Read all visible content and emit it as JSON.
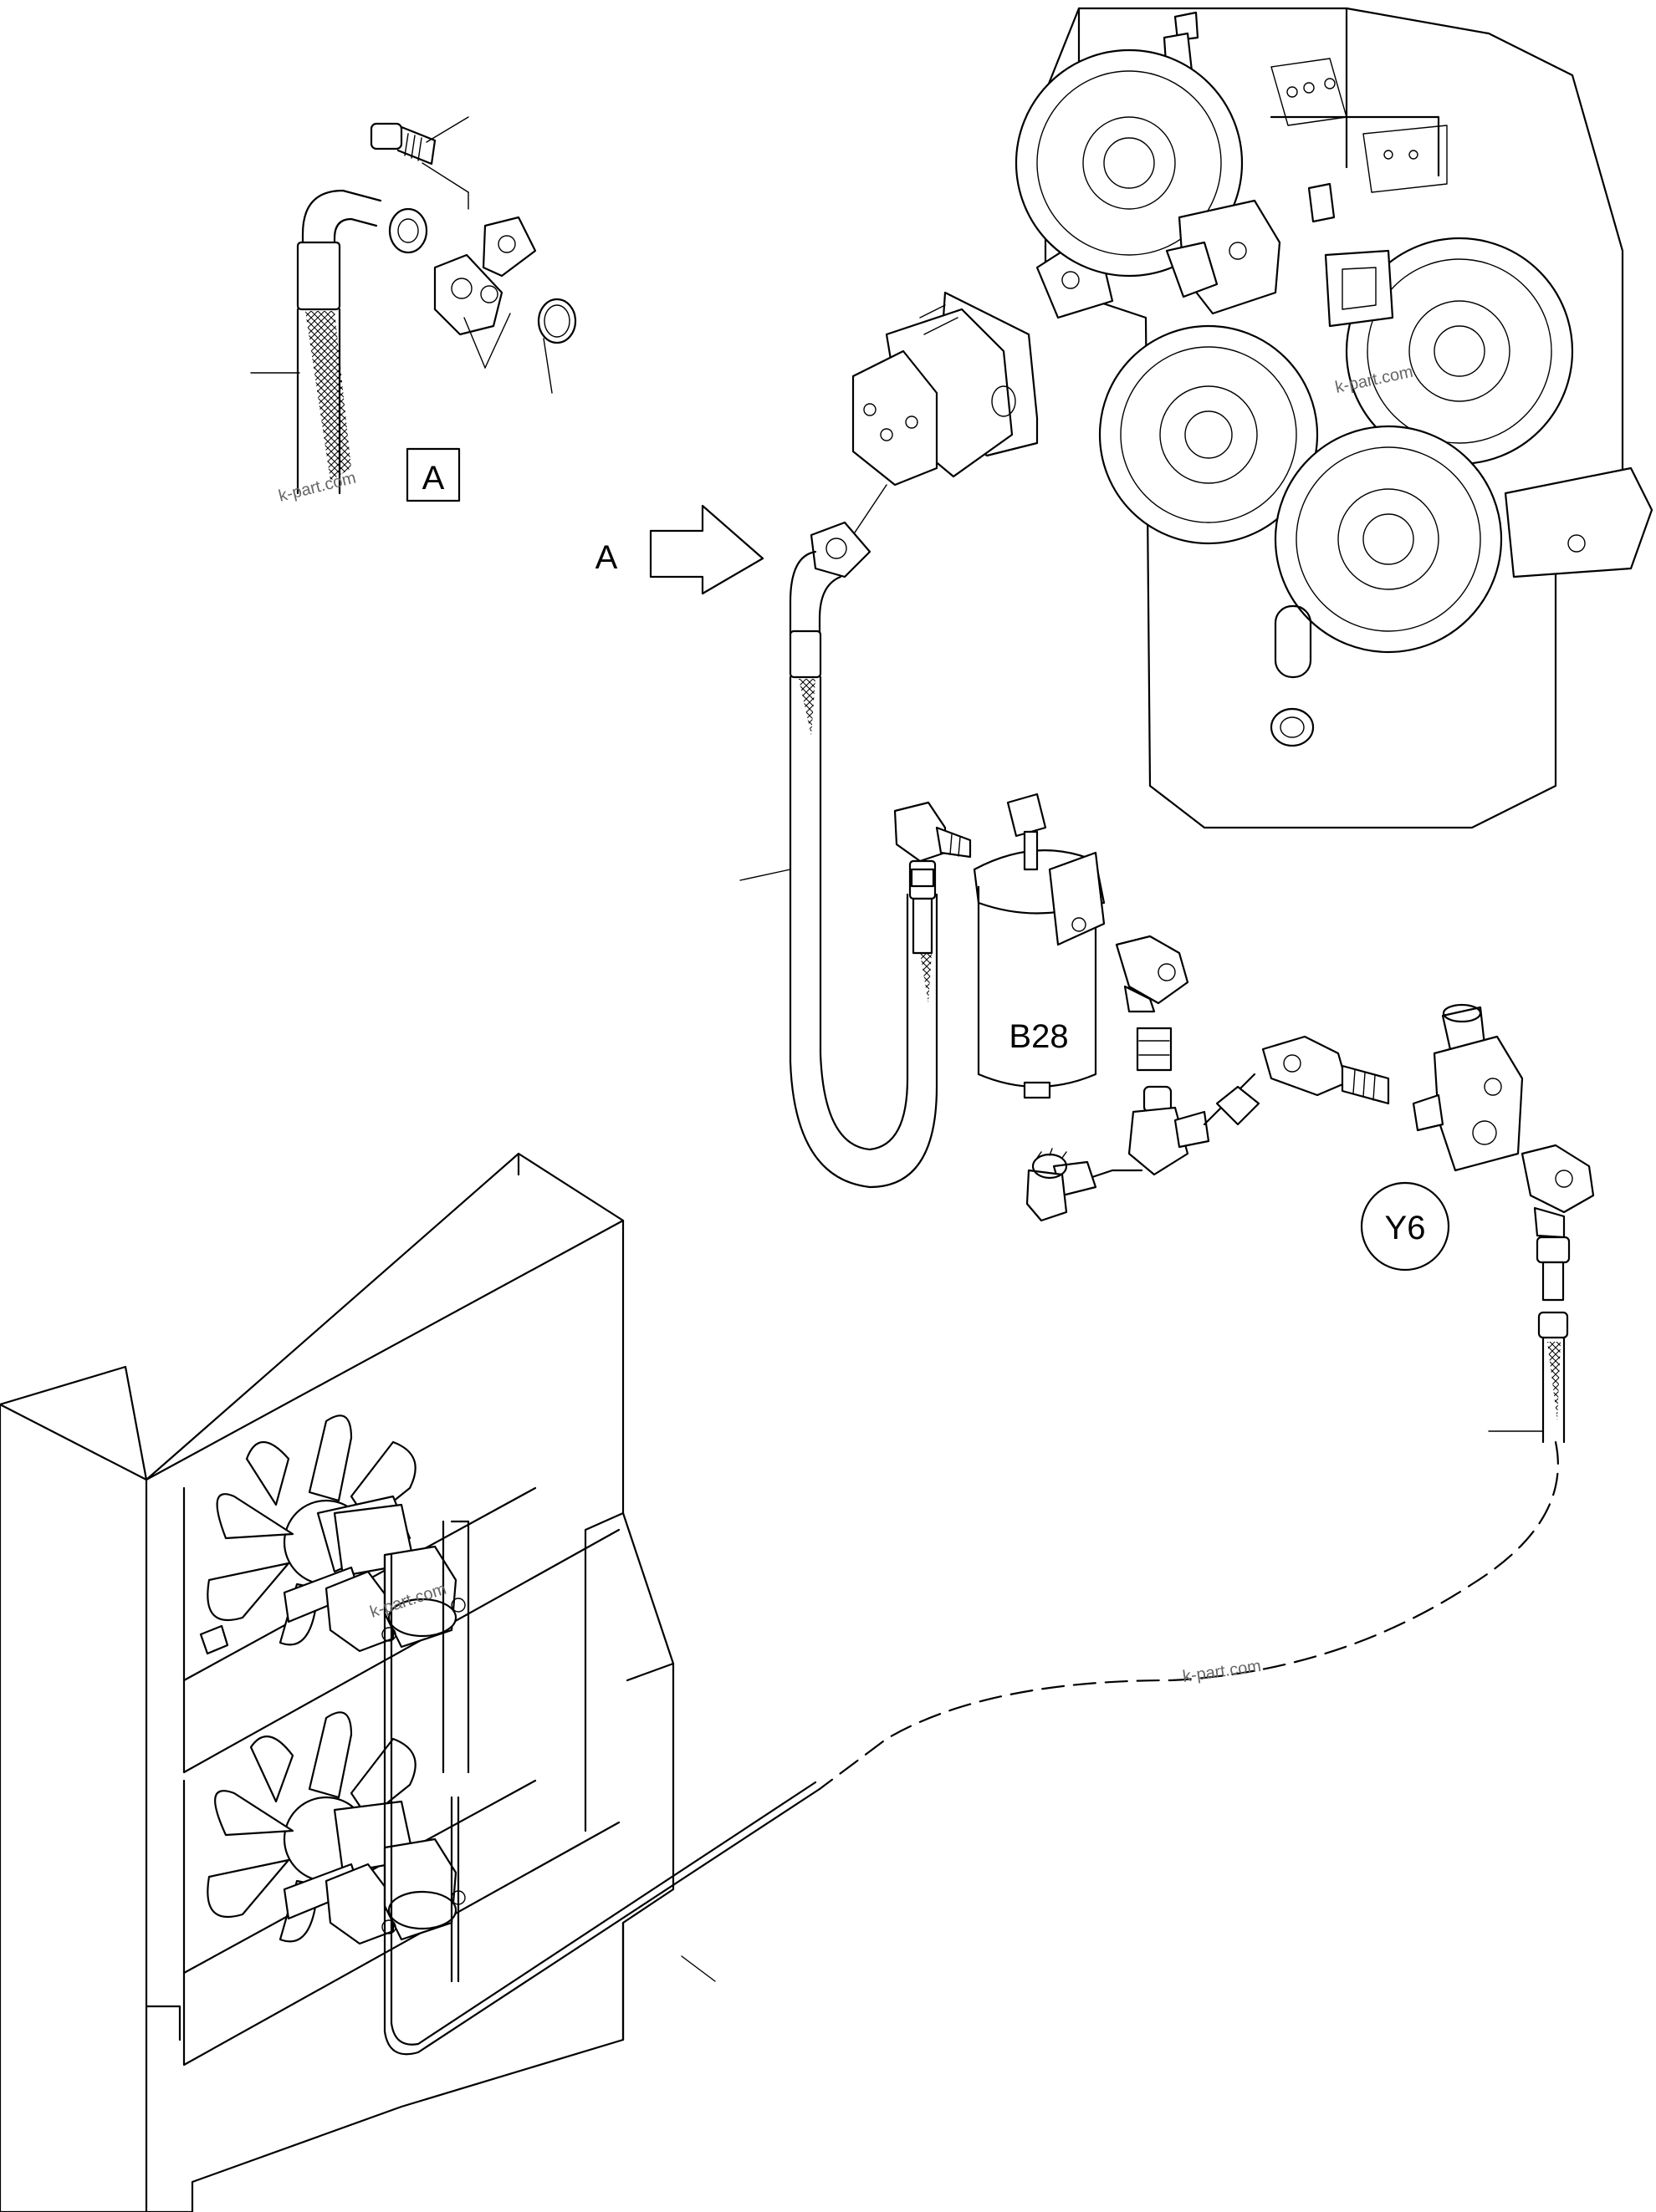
{
  "labels": {
    "detail_box": "A",
    "view_arrow": "A",
    "filter": "B28",
    "valve": "Y6"
  },
  "watermarks": [
    "k-part.com",
    "k-part.com",
    "k-part.com",
    "k-part.com"
  ],
  "colors": {
    "line": "#000000",
    "background": "#ffffff",
    "watermark": "#666666"
  }
}
